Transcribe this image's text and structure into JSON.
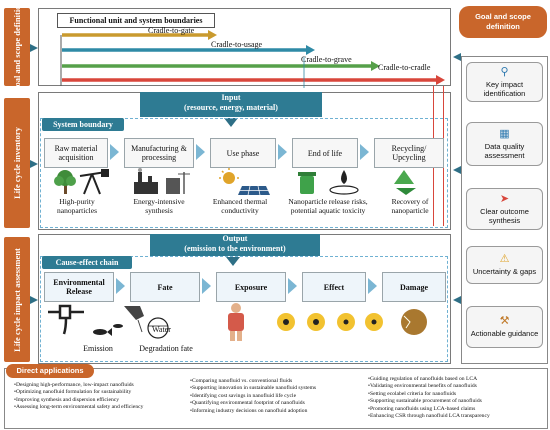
{
  "left_bands": [
    "Goal and scope definition",
    "Life cycle inventory",
    "Life cycle impact assessment"
  ],
  "goal": {
    "title": "Functional unit and system boundaries",
    "bars": [
      {
        "label": "Cradle-to-gate",
        "color": "#c99a2e"
      },
      {
        "label": "Cradle-to-usage",
        "color": "#2f8aa6"
      },
      {
        "label": "Cradle-to-grave",
        "color": "#56a04a"
      },
      {
        "label": "Cradle-to-cradle",
        "color": "#d8463b"
      }
    ]
  },
  "inventory": {
    "input_label": "Input\n(resource, energy, material)",
    "boundary_label": "System boundary",
    "steps": [
      "Raw material acquisition",
      "Manufacturing & processing",
      "Use phase",
      "End of life",
      "Recycling/ Upcycling"
    ],
    "captions": [
      "High-purity nanoparticles",
      "Energy-intensive synthesis",
      "Enhanced thermal conductivity",
      "Nanoparticle release risks, potential aquatic toxicity",
      "Recovery of nanoparticle"
    ]
  },
  "impact": {
    "output_label": "Output\n(emission to the environment)",
    "chain_label": "Cause-effect chain",
    "steps": [
      "Environmental Release",
      "Fate",
      "Exposure",
      "Effect",
      "Damage"
    ],
    "captions": [
      "Emission",
      "Degradation fate"
    ],
    "water_label": "Water"
  },
  "right": {
    "header": "Goal and scope definition",
    "items": [
      {
        "label": "Key impact identification",
        "icon": "magnifier-icon"
      },
      {
        "label": "Data quality assessment",
        "icon": "bar-chart-icon"
      },
      {
        "label": "Clear outcome synthesis",
        "icon": "pin-icon"
      },
      {
        "label": "Uncertainty & gaps",
        "icon": "warning-icon"
      },
      {
        "label": "Actionable guidance",
        "icon": "tools-icon"
      }
    ]
  },
  "applications": {
    "title": "Direct applications",
    "col1": [
      "Designing high-performance, low-impact nanofluids",
      "Optimizing nanofluid formulation for sustainability",
      "Improving synthesis and dispersion efficiency",
      "Assessing long-term environmental safety and efficiency"
    ],
    "col2": [
      "Comparing nanofluid vs. conventional fluids",
      "Supporting innovation in sustainable nanofluid systems",
      "Identifying cost savings in nanofluid life cycle",
      "Quantifying environmental footprint of nanofluids",
      "Informing industry decisions on nanofluid adoption"
    ],
    "col3": [
      "Guiding regulation of nanofluids based on LCA",
      "Validating environmental benefits of nanofluids",
      "Setting ecolabel criteria for nanofluids",
      "Supporting sustainable procurement of nanofluids",
      "Promoting nanofluids using LCA-based claims",
      "Enhancing CSR through nanofluid LCA transparency"
    ]
  }
}
